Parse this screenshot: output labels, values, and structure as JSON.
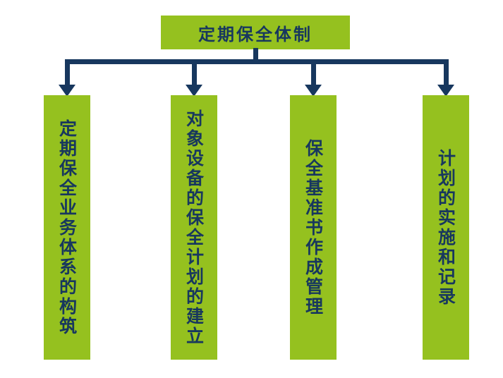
{
  "diagram": {
    "root": {
      "label": "定期保全体制"
    },
    "children": [
      {
        "label": "定期保全业务体系的构筑"
      },
      {
        "label": "对象设备的保全计划的建立"
      },
      {
        "label": "保全基准书作成管理"
      },
      {
        "label": "计划的实施和记录"
      }
    ],
    "colors": {
      "box_fill": "#95c11f",
      "text": "#17375e",
      "line": "#17375e",
      "background": "#ffffff"
    }
  }
}
